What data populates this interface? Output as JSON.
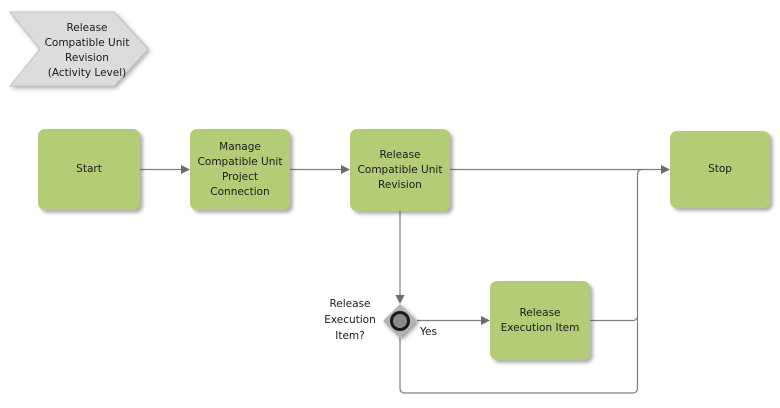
{
  "diagram": {
    "header": {
      "title": "Release\nCompatible Unit\nRevision\n(Activity Level)"
    },
    "nodes": {
      "start": {
        "label": "Start"
      },
      "manage_cu_project_connection": {
        "label": "Manage\nCompatible Unit\nProject\nConnection"
      },
      "release_cu_revision": {
        "label": "Release\nCompatible Unit\nRevision"
      },
      "release_execution_item": {
        "label": "Release\nExecution Item"
      },
      "stop": {
        "label": "Stop"
      }
    },
    "gateway": {
      "question": "Release\nExecution\nItem?"
    },
    "edges": [
      {
        "from": "start",
        "to": "manage_cu_project_connection",
        "label": ""
      },
      {
        "from": "manage_cu_project_connection",
        "to": "release_cu_revision",
        "label": ""
      },
      {
        "from": "release_cu_revision",
        "to": "stop",
        "label": ""
      },
      {
        "from": "release_cu_revision",
        "to": "gateway",
        "label": ""
      },
      {
        "from": "gateway",
        "to": "release_execution_item",
        "label": "Yes"
      },
      {
        "from": "gateway",
        "to": "stop",
        "label": ""
      },
      {
        "from": "release_execution_item",
        "to": "stop",
        "label": ""
      }
    ],
    "colors": {
      "task_fill": "#b3cd76",
      "header_fill": "#dcdcdc",
      "header_stroke": "#c3c3c3",
      "connector": "#7f7f7f",
      "arrowhead": "#6b6b6b",
      "gateway_fill": "#b3b3b3",
      "gateway_circle_fill": "#8a8a8a",
      "gateway_circle_ring": "#1a1a1a",
      "text": "#1a1a1a",
      "background": "#ffffff"
    }
  }
}
